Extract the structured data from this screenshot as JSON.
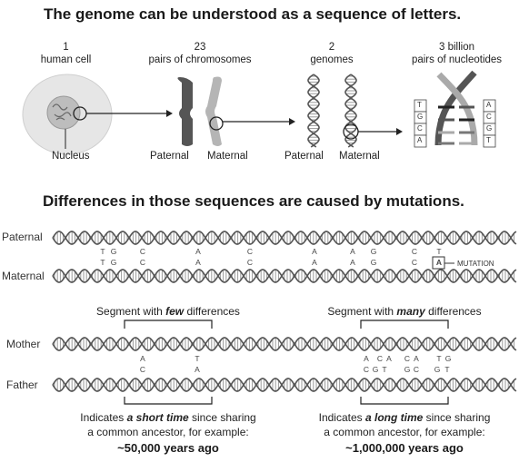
{
  "title_top": "The genome can be understood as a sequence of letters.",
  "title_mid": "Differences in those sequences are caused by mutations.",
  "stages": [
    {
      "number": "1",
      "label": "human cell"
    },
    {
      "number": "23",
      "label": "pairs of chromosomes"
    },
    {
      "number": "2",
      "label": "genomes"
    },
    {
      "number": "3 billion",
      "label": "pairs of nucleotides"
    }
  ],
  "labels": {
    "nucleus": "Nucleus",
    "paternal_1": "Paternal",
    "maternal_1": "Maternal",
    "paternal_2": "Paternal",
    "maternal_2": "Maternal",
    "paternal_row": "Paternal",
    "maternal_row": "Maternal",
    "mutation": "MUTATION",
    "mother": "Mother",
    "father": "Father"
  },
  "nucleotide_left": [
    "T",
    "G",
    "C",
    "A"
  ],
  "nucleotide_right": [
    "A",
    "C",
    "G",
    "T"
  ],
  "mutation_rows": {
    "paternal_bases": [
      "T",
      "G",
      "C",
      "A",
      "C",
      "A",
      "A",
      "G",
      "C",
      "T"
    ],
    "maternal_bases": [
      "T",
      "G",
      "C",
      "A",
      "C",
      "A",
      "A",
      "G",
      "C",
      "A"
    ]
  },
  "segments": {
    "few": {
      "prefix": "Segment with ",
      "emph": "few",
      "suffix": " differences",
      "mother_bases": [
        "A",
        "T"
      ],
      "father_bases": [
        "C",
        "A"
      ],
      "note_prefix": "Indicates ",
      "note_emph": "a short time",
      "note_suffix": " since sharing",
      "note_line2": "a common ancestor, for example:",
      "years": "~50,000 years ago"
    },
    "many": {
      "prefix": "Segment with ",
      "emph": "many",
      "suffix": " differences",
      "mother_bases": [
        "A",
        "C",
        "A",
        "C",
        "A",
        "T",
        "G"
      ],
      "father_bases": [
        "C",
        "G",
        "T",
        "G",
        "C",
        "G",
        "T"
      ],
      "note_prefix": "Indicates ",
      "note_emph": "a long time",
      "note_suffix": " since sharing",
      "note_line2": "a common ancestor, for example:",
      "years": "~1,000,000 years ago"
    }
  },
  "colors": {
    "strand": "#555555",
    "rung": "#9a9a9a",
    "cell": "#d9d9d9",
    "chrom_dark": "#555555",
    "chrom_light": "#b5b5b5"
  }
}
